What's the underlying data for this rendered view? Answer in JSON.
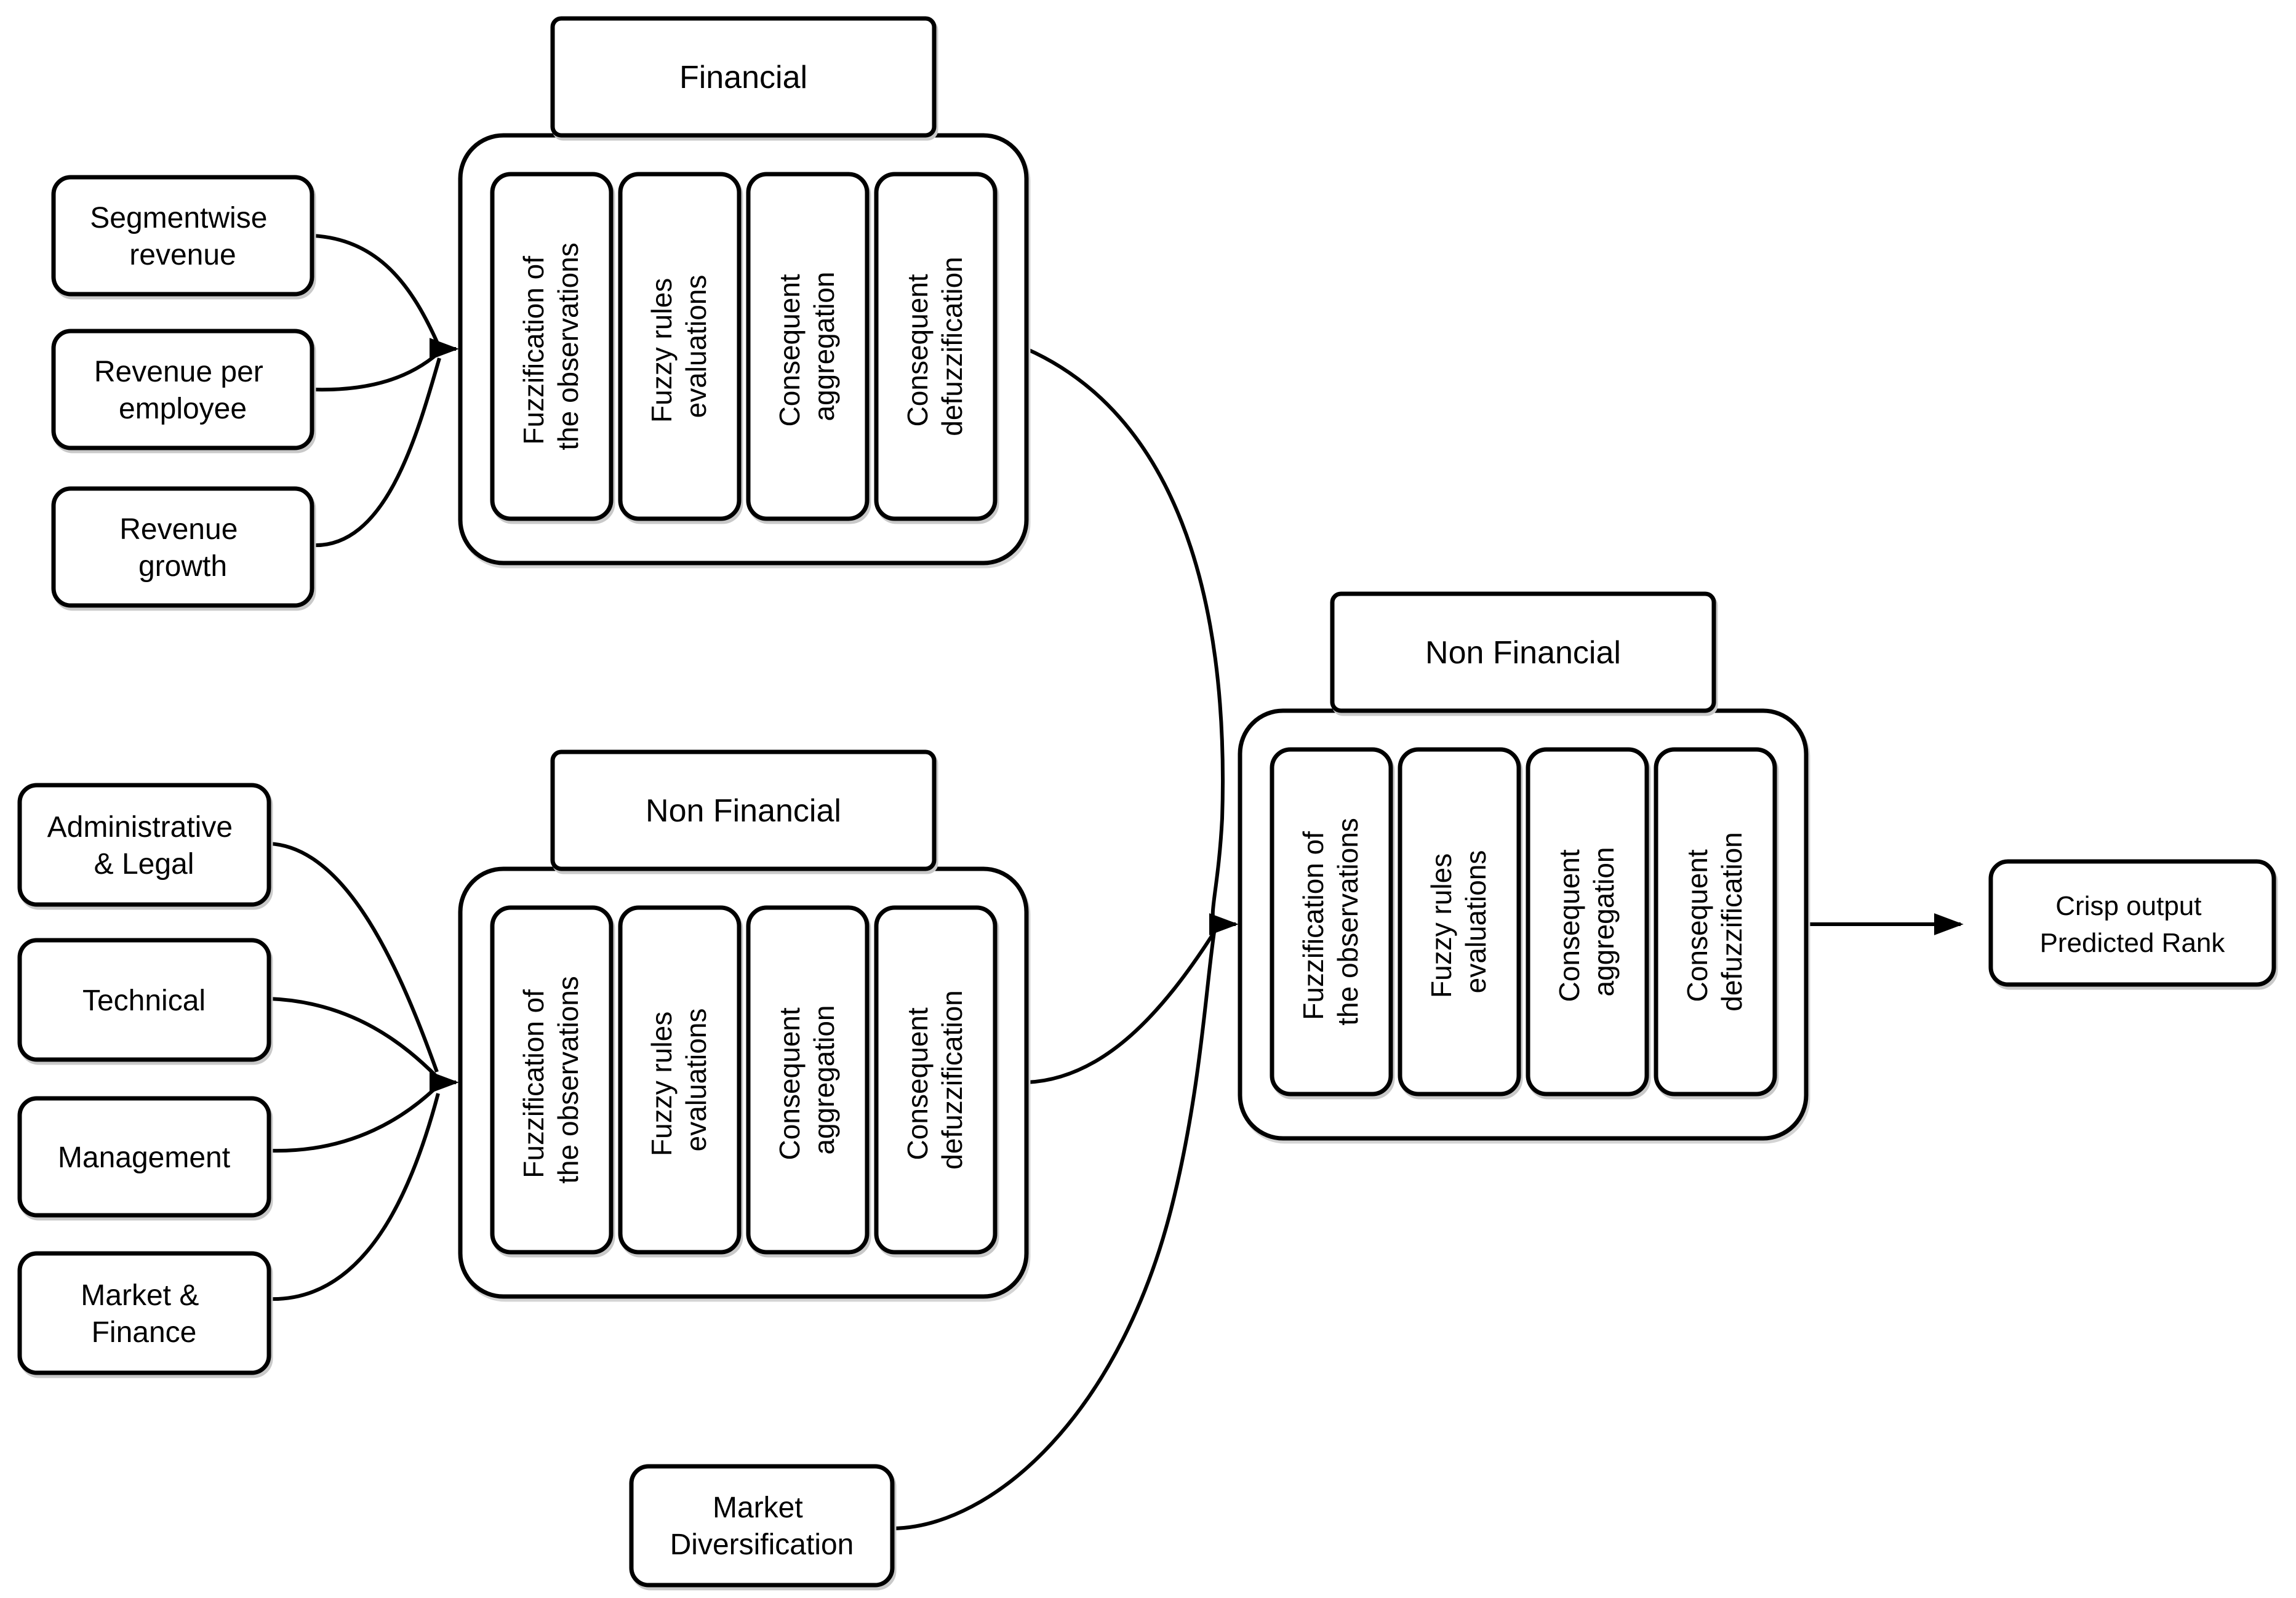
{
  "diagram": {
    "inputs": {
      "financial": [
        {
          "line1": "Segmentwise",
          "line2": "revenue"
        },
        {
          "line1": "Revenue per",
          "line2": "employee"
        },
        {
          "line1": "Revenue",
          "line2": "growth"
        }
      ],
      "non_financial": [
        {
          "line1": "Administrative",
          "line2": "& Legal"
        },
        {
          "line1": "Technical"
        },
        {
          "line1": "Management"
        },
        {
          "line1": "Market &",
          "line2": "Finance"
        }
      ],
      "market_diversification": {
        "line1": "Market",
        "line2": "Diversification"
      }
    },
    "blocks": {
      "financial": {
        "title": "Financial"
      },
      "non_financial": {
        "title": "Non Financial"
      },
      "aggregate": {
        "title": "Non Financial"
      }
    },
    "stages": [
      {
        "line1": "Fuzzification of",
        "line2": "the observations"
      },
      {
        "line1": "Fuzzy rules",
        "line2": "evaluations"
      },
      {
        "line1": "Consequent",
        "line2": "aggregation"
      },
      {
        "line1": "Consequent",
        "line2": "defuzzification"
      }
    ],
    "output": {
      "line1": "Crisp output",
      "line2": "Predicted Rank"
    },
    "colors": {
      "stroke": "#000000",
      "fill": "#ffffff",
      "text": "#000000"
    }
  }
}
